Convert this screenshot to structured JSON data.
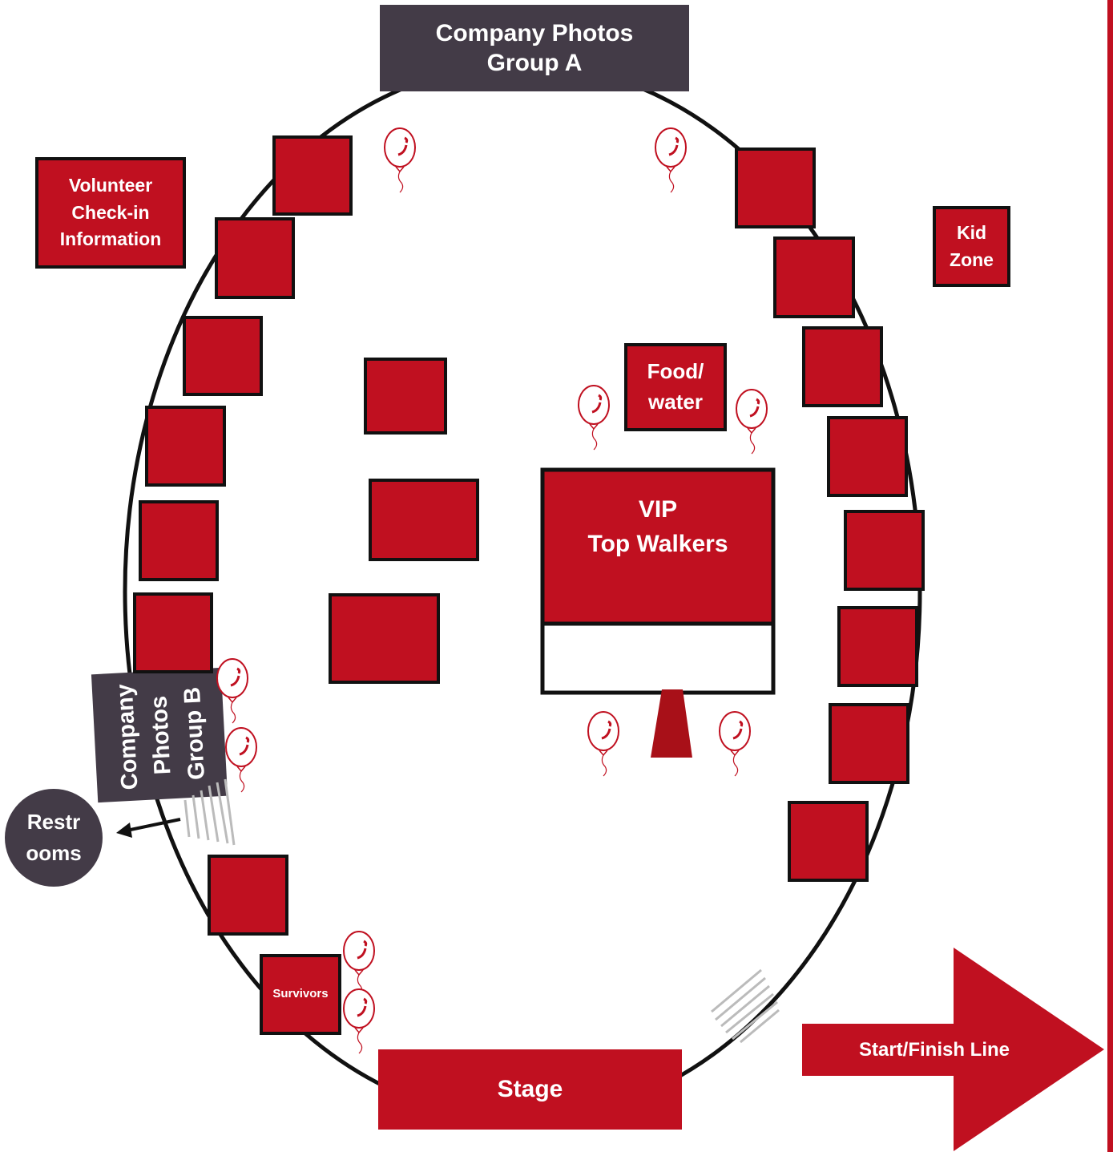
{
  "colors": {
    "booth_red": "#c01020",
    "dark_label": "#433b47",
    "outline": "#111111",
    "right_border": "#c01020"
  },
  "labels": {
    "photos_a": "Company Photos\nGroup A",
    "volunteer": "Volunteer\nCheck-in\nInformation",
    "kid_zone": "Kid\nZone",
    "food_water": "Food/\nwater",
    "vip": "VIP\nTop Walkers",
    "photos_b": "Company\nPhotos\nGroup B",
    "restrooms": "Restr\nooms",
    "survivors": "Survivors",
    "stage": "Stage",
    "start_finish": "Start/Finish Line"
  },
  "icons": {
    "balloon": "balloon-icon",
    "arrow": "arrow-left-icon",
    "start_arrow": "arrow-right-icon"
  }
}
